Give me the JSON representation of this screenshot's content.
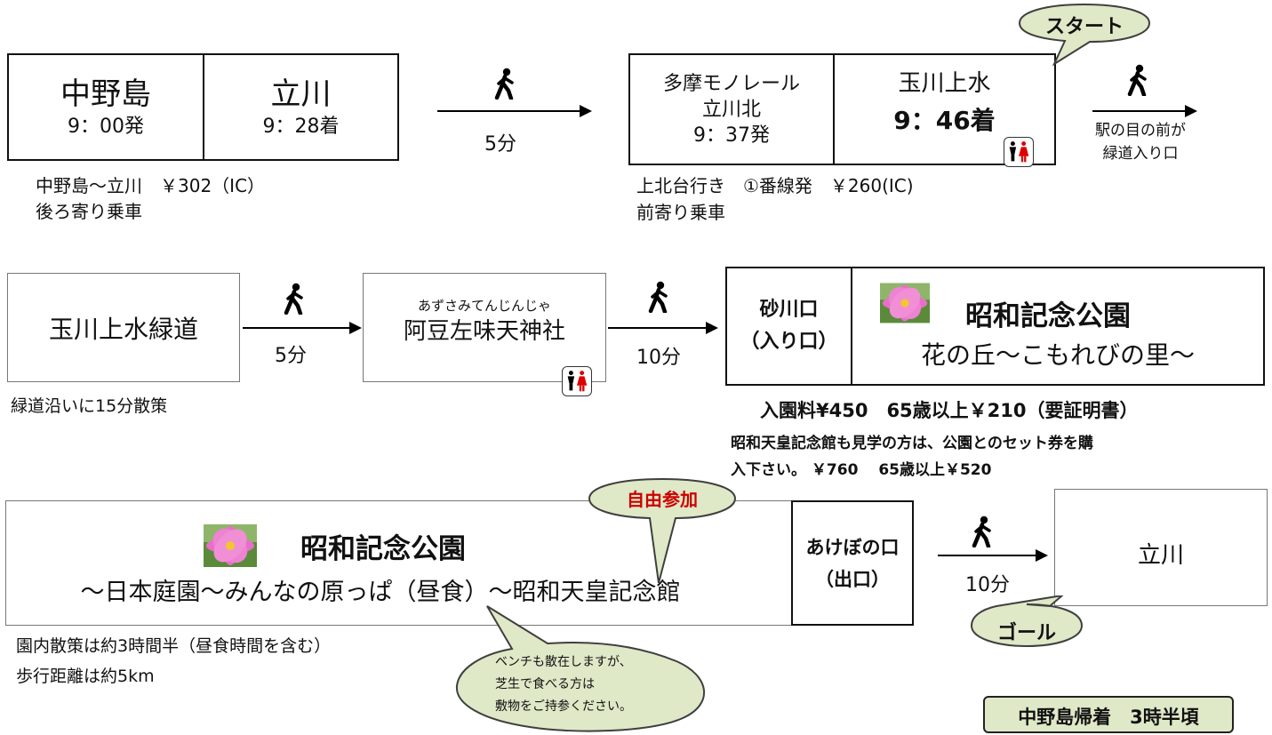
{
  "colors": {
    "callout_fill": "#dfe8c7",
    "callout_stroke": "#3f3f3f",
    "red": "#cc0000",
    "walker": "#000000"
  },
  "row1": {
    "box1": {
      "a_station": "中野島",
      "a_time": "9：00発",
      "b_station": "立川",
      "b_time": "9：28着"
    },
    "note1_line1": "中野島～立川　￥302（IC）",
    "note1_line2": "後ろ寄り乗車",
    "walk1": "5分",
    "box2": {
      "a_line1": "多摩モノレール",
      "a_line2": "立川北",
      "a_time": "9：37発",
      "b_station": "玉川上水",
      "b_time": "9：46着"
    },
    "note2_line1": "上北台行き　①番線発　￥260(IC)",
    "note2_line2": "前寄り乗車",
    "start_label": "スタート",
    "exit_note_line1": "駅の目の前が",
    "exit_note_line2": "緑道入り口"
  },
  "row2": {
    "greenway": "玉川上水緑道",
    "greenway_note": "緑道沿いに15分散策",
    "walk2": "5分",
    "shrine_ruby": "あずさみてんじんじゃ",
    "shrine_name": "阿豆左味天神社",
    "walk3": "10分",
    "gate_line1": "砂川口",
    "gate_line2": "（入り口）",
    "park_name": "昭和記念公園",
    "park_sub": "花の丘～こもれびの里～",
    "fee_line": "入園料¥450　65歳以上￥210（要証明書）",
    "fee_note_line1": "昭和天皇記念館も見学の方は、公園とのセット券を購",
    "fee_note_line2": "入下さい。 ￥760　 65歳以上￥520"
  },
  "row3": {
    "free_label": "自由参加",
    "park_name": "昭和記念公園",
    "park_route": "～日本庭園～みんなの原っぱ（昼食）～昭和天皇記念館",
    "exit_line1": "あけぼの口",
    "exit_line2": "（出口）",
    "walk4": "10分",
    "dest": "立川",
    "goal_label": "ゴール",
    "note_line1": "園内散策は約3時間半（昼食時間を含む）",
    "note_line2": "歩行距離は約5km",
    "bench_line1": "ベンチも散在しますが、",
    "bench_line2": "芝生で食べる方は",
    "bench_line3": "敷物をご持参ください。",
    "return": "中野島帰着　3時半頃"
  },
  "icons": {
    "walker": "walking-person-icon",
    "toilet": "restroom-icon",
    "flower": "cosmos-flower-icon"
  }
}
